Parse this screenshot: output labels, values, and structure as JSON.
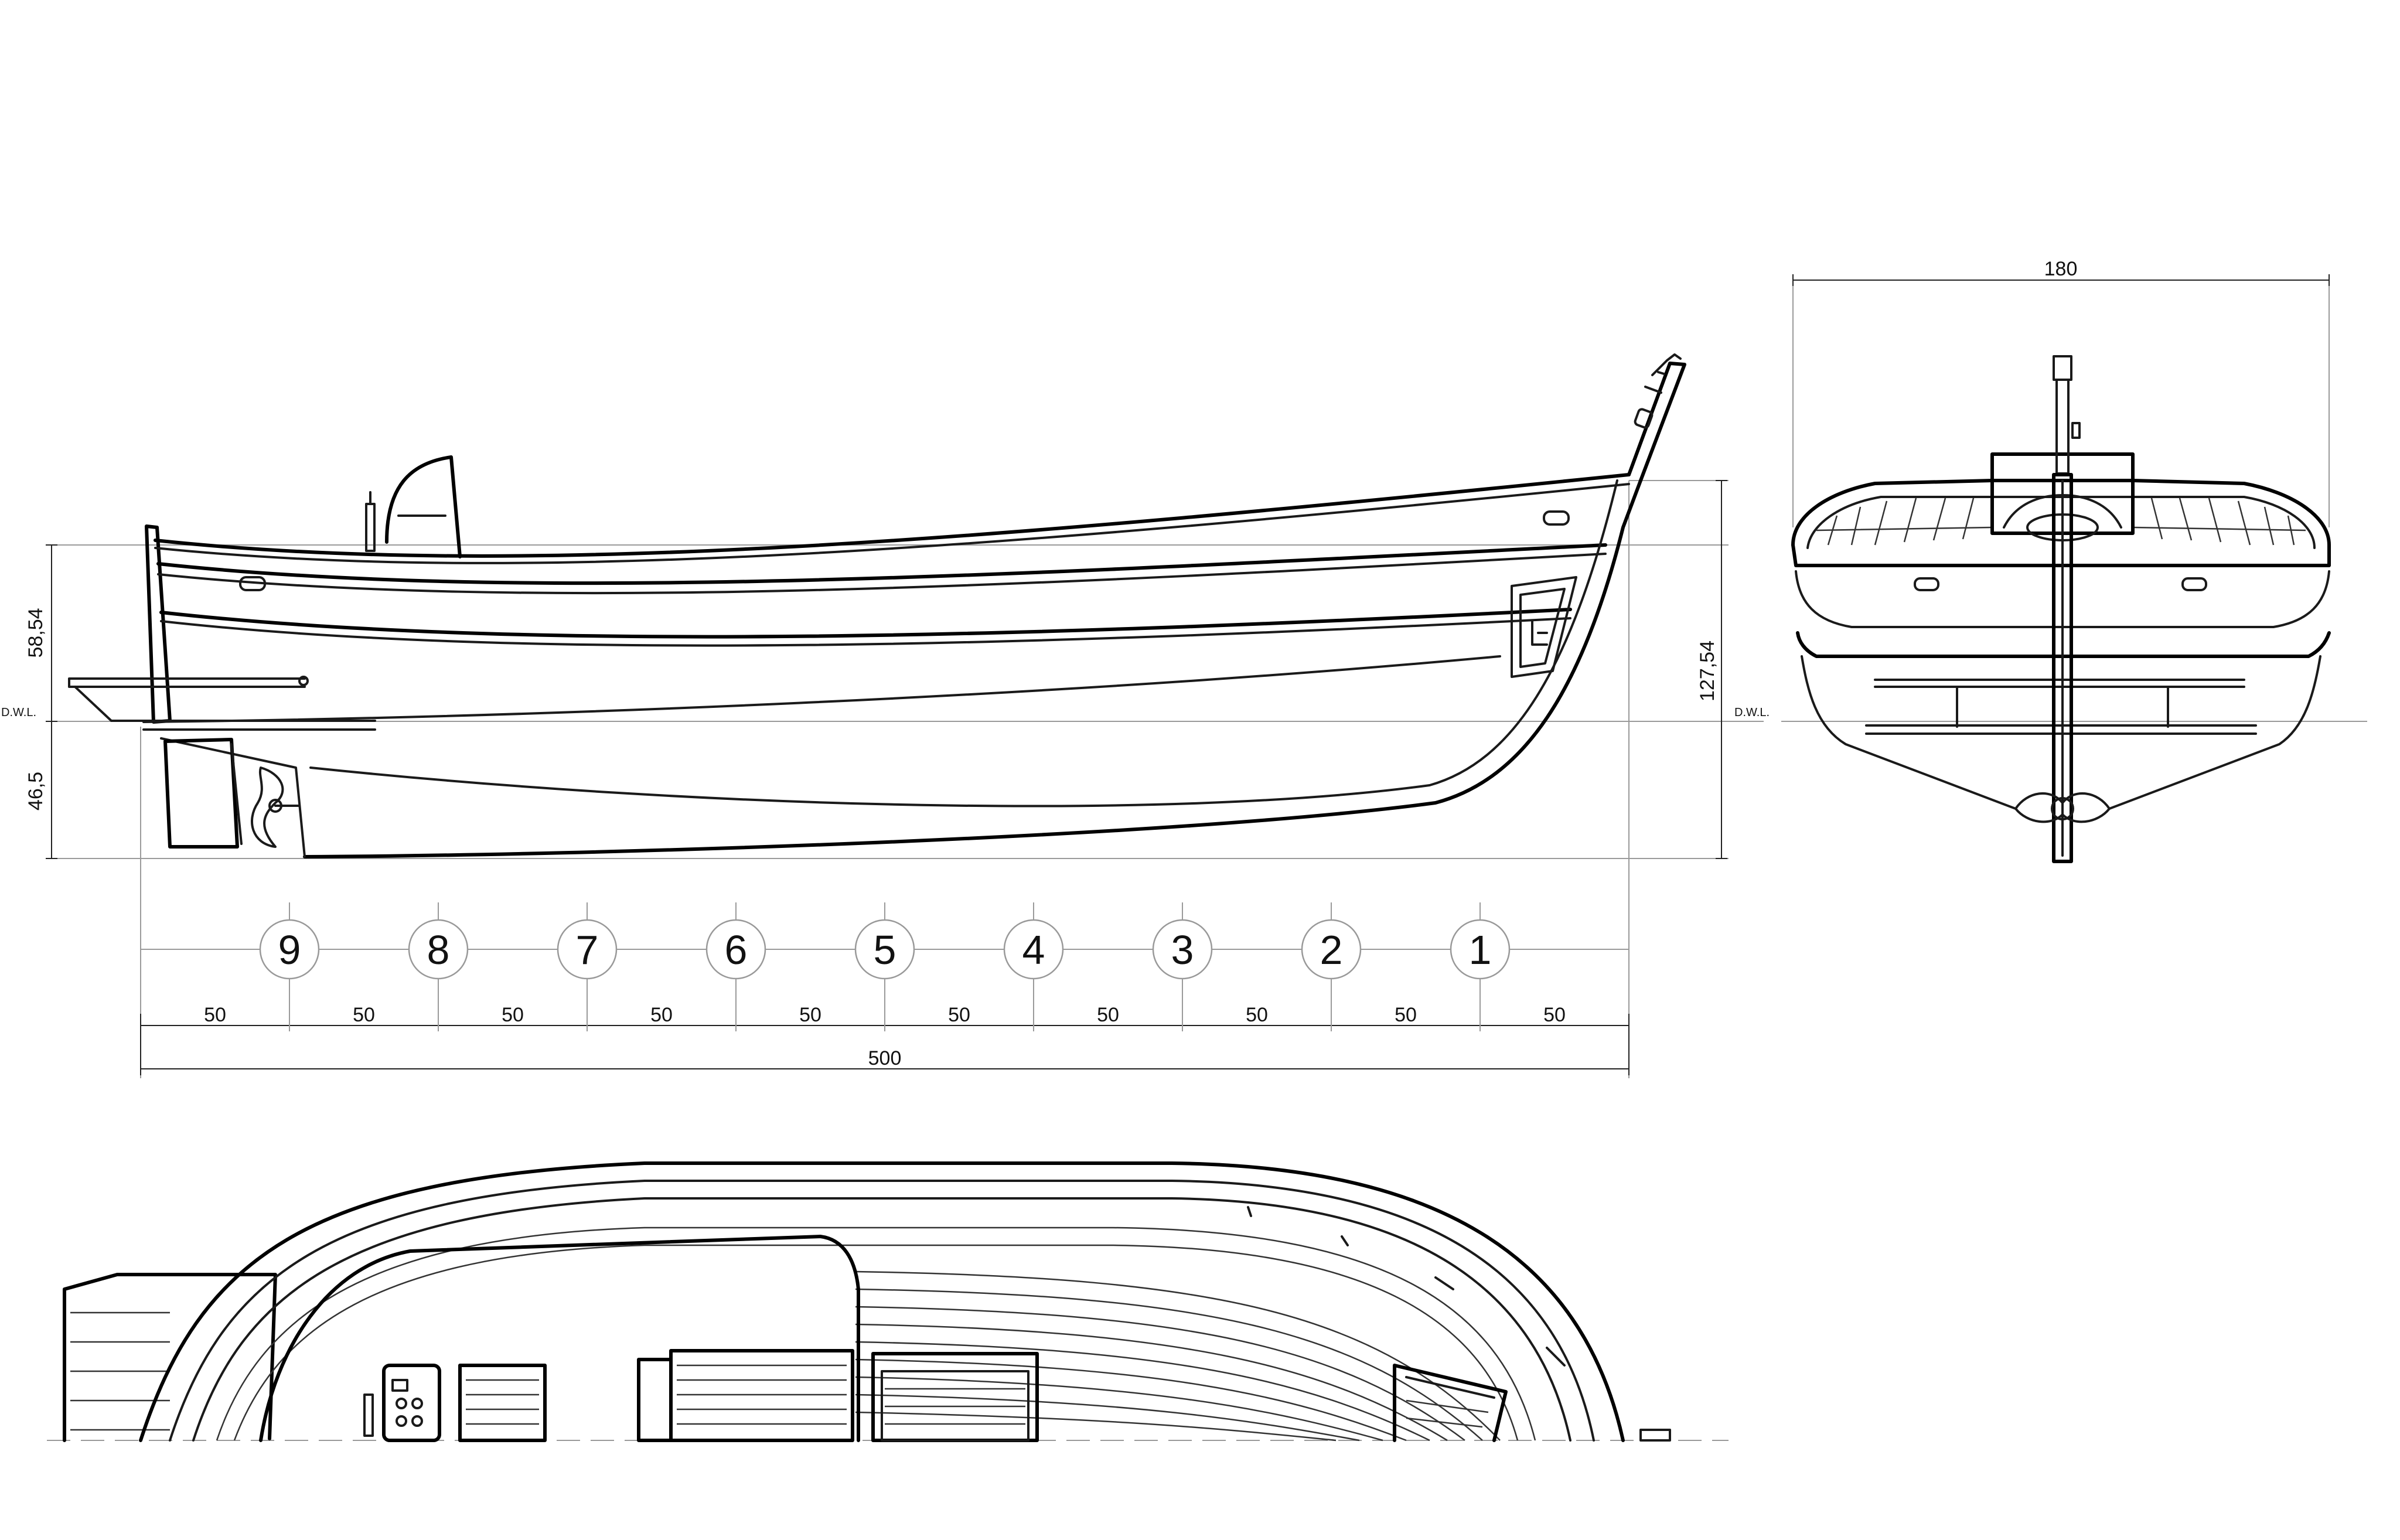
{
  "dimensions": {
    "overall_length": "500",
    "beam": "180",
    "height_total": "127,54",
    "freeboard": "58,54",
    "draft": "46,5",
    "dwl_left": "D.W.L.",
    "dwl_right": "D.W.L.",
    "segments": [
      "50",
      "50",
      "50",
      "50",
      "50",
      "50",
      "50",
      "50",
      "50",
      "50"
    ]
  },
  "stations": [
    "9",
    "8",
    "7",
    "6",
    "5",
    "4",
    "3",
    "2",
    "1"
  ]
}
